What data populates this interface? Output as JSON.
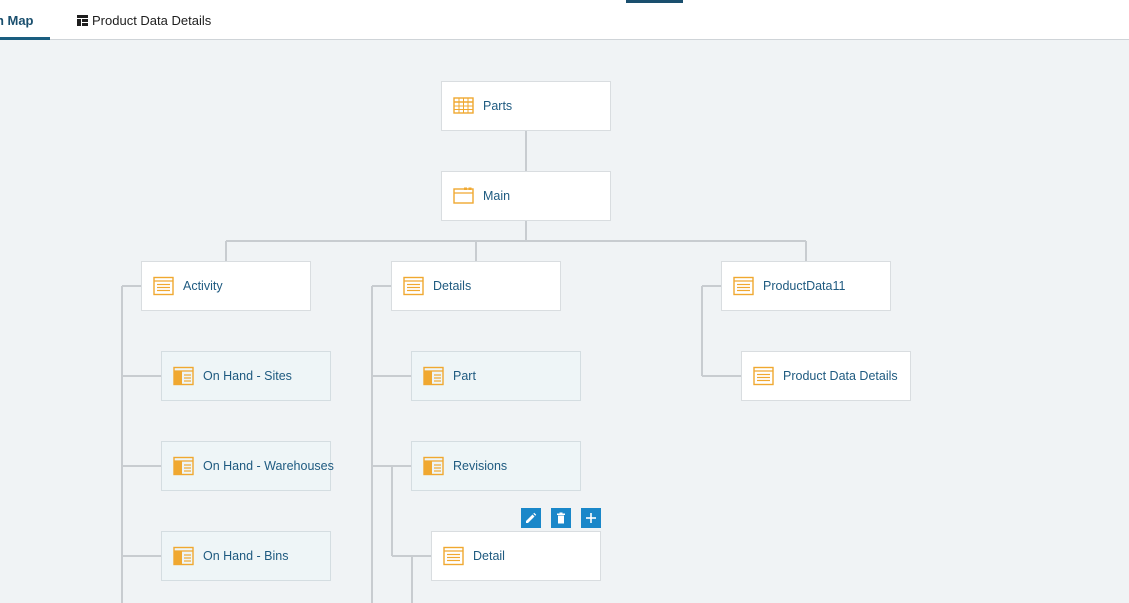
{
  "tabs": [
    {
      "label": "on Map",
      "active": true
    },
    {
      "label": "Product Data Details",
      "active": false
    }
  ],
  "nodes": {
    "parts": {
      "label": "Parts",
      "icon": "table-icon"
    },
    "main": {
      "label": "Main",
      "icon": "window-icon"
    },
    "activity": {
      "label": "Activity",
      "icon": "form-icon"
    },
    "details": {
      "label": "Details",
      "icon": "form-icon"
    },
    "productdata11": {
      "label": "ProductData11",
      "icon": "form-icon"
    },
    "onhand_sites": {
      "label": "On Hand - Sites",
      "icon": "panel-icon"
    },
    "onhand_warehouses": {
      "label": "On Hand - Warehouses",
      "icon": "panel-icon"
    },
    "onhand_bins": {
      "label": "On Hand - Bins",
      "icon": "panel-icon"
    },
    "part": {
      "label": "Part",
      "icon": "panel-icon"
    },
    "revisions": {
      "label": "Revisions",
      "icon": "panel-icon"
    },
    "detail": {
      "label": "Detail",
      "icon": "form-icon"
    },
    "product_data_details": {
      "label": "Product Data Details",
      "icon": "form-icon"
    }
  },
  "actions": [
    {
      "name": "edit",
      "icon": "pencil-icon"
    },
    {
      "name": "delete",
      "icon": "trash-icon"
    },
    {
      "name": "add",
      "icon": "plus-icon"
    }
  ],
  "colors": {
    "accent": "#1a87c9",
    "icon": "#f0a830",
    "label": "#1e5a80",
    "connector": "#c8ccd0"
  }
}
